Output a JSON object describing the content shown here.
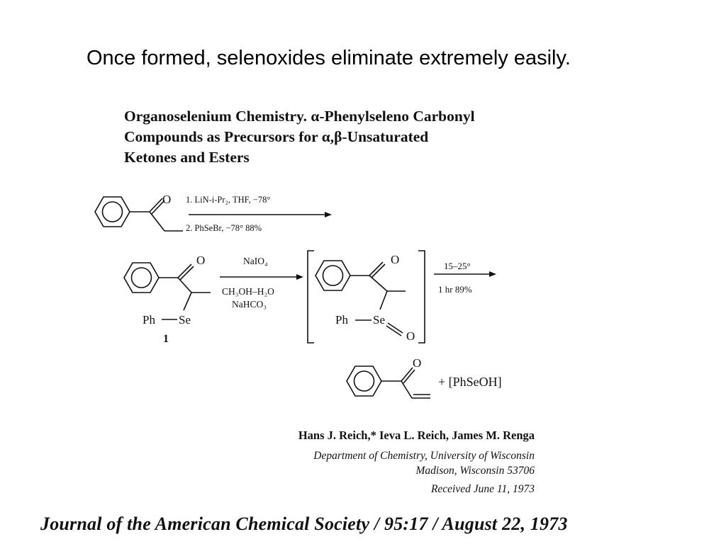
{
  "slide": {
    "title": "Once formed, selenoxides eliminate extremely easily."
  },
  "paper": {
    "title_lines": [
      "Organoselenium Chemistry.   α-Phenylseleno Carbonyl",
      "Compounds as Precursors for α,β-Unsaturated",
      "Ketones and Esters"
    ]
  },
  "scheme": {
    "step1_condition_1": "1.  LiN-i-Pr₂, THF, −78°",
    "step1_condition_2": "2.  PhSeBr, −78° 88%",
    "step2_reagent": "NaIO₄",
    "step2_solvent": "CH₃OH–H₂O",
    "step2_base": "NaHCO₃",
    "step3_temp": "15–25°",
    "step3_time_yield": "1 hr 89%",
    "atom_O": "O",
    "atom_Ph": "Ph",
    "atom_Se": "Se",
    "compound_number": "1",
    "byproduct": "+ [PhSeOH]"
  },
  "authors": "Hans J. Reich,* Ieva L. Reich, James M. Renga",
  "affiliation": {
    "line1": "Department of Chemistry, University of Wisconsin",
    "line2": "Madison, Wisconsin  53706"
  },
  "received": "Received June 11, 1973",
  "journal": "Journal of the American Chemical Society  /  95:17  /  August 22, 1973"
}
